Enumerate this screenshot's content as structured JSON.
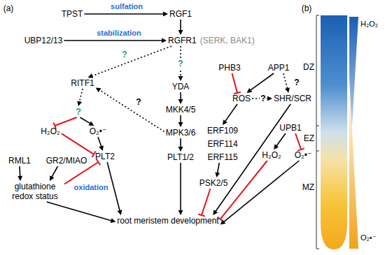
{
  "diagram": {
    "nodes": [
      {
        "text": [
          "TPST"
        ]
      },
      {
        "text": [
          "RGF1"
        ]
      },
      {
        "text": [
          "UBP12/13"
        ]
      },
      {
        "text": [
          "RGFR1",
          "(SERK, BAK1)"
        ]
      },
      {
        "text": [
          "PHB3"
        ]
      },
      {
        "text": [
          "APP1"
        ]
      },
      {
        "text": [
          "RITF1"
        ]
      },
      {
        "text": [
          "YDA"
        ]
      },
      {
        "text": [
          "ROS"
        ]
      },
      {
        "text": [
          "SHR/SCR"
        ]
      },
      {
        "text": [
          "?"
        ]
      },
      {
        "text": [
          "MKK4/5"
        ]
      },
      {
        "text": [
          "H₂O₂"
        ]
      },
      {
        "text": [
          "O₂•⁻"
        ]
      },
      {
        "text": [
          "MPK3/6"
        ]
      },
      {
        "text": [
          "ERF109"
        ]
      },
      {
        "text": [
          "ERF114"
        ]
      },
      {
        "text": [
          "ERF115"
        ]
      },
      {
        "text": [
          "UPB1"
        ]
      },
      {
        "text": [
          "H₂O₂"
        ]
      },
      {
        "text": [
          "O₂•⁻"
        ]
      },
      {
        "text": [
          "PLT2"
        ]
      },
      {
        "text": [
          "PLT1/2"
        ]
      },
      {
        "text": [
          "RML1"
        ]
      },
      {
        "text": [
          "GR2/MIAO"
        ]
      },
      {
        "text": [
          "glutathione redox status"
        ]
      },
      {
        "text": [
          "PSK2/5"
        ]
      },
      {
        "text": [
          "root meristem development"
        ]
      }
    ],
    "edges": [
      {
        "from": 0,
        "to": 1,
        "arrow": "to",
        "label": "sulfation"
      },
      {
        "from": 1,
        "to": 3,
        "arrow": "to"
      },
      {
        "from": 2,
        "to": 3,
        "arrow": "to",
        "label": "stabilization"
      },
      {
        "from": 3,
        "to": 6,
        "arrow": "to",
        "label": "?"
      },
      {
        "from": 3,
        "to": 7,
        "arrow": "to",
        "label": "?"
      },
      {
        "from": 6,
        "to": 10,
        "arrow": "to"
      },
      {
        "from": 10,
        "to": 12,
        "arrow": "to"
      },
      {
        "from": 10,
        "to": 13,
        "arrow": "to"
      },
      {
        "from": 12,
        "to": 21,
        "arrow": "to"
      },
      {
        "from": 13,
        "to": 21,
        "arrow": "to"
      },
      {
        "from": 7,
        "to": 11,
        "arrow": "to"
      },
      {
        "from": 11,
        "to": 14,
        "arrow": "to"
      },
      {
        "from": 14,
        "to": 22,
        "arrow": "to"
      },
      {
        "from": 14,
        "to": 6,
        "arrow": "to",
        "label": "?"
      },
      {
        "from": 22,
        "to": 27,
        "arrow": "to"
      },
      {
        "from": 21,
        "to": 27,
        "arrow": "to"
      },
      {
        "from": 4,
        "to": 8,
        "arrow": "to"
      },
      {
        "from": 5,
        "to": 8,
        "arrow": "to"
      },
      {
        "from": 5,
        "to": 9,
        "arrow": "to",
        "label": "?"
      },
      {
        "from": 8,
        "to": 9,
        "arrow": "to",
        "label": "?"
      },
      {
        "from": 8,
        "to": 15,
        "arrow": "to"
      },
      {
        "from": 17,
        "to": 26,
        "arrow": "to"
      },
      {
        "from": 26,
        "to": 27,
        "arrow": "to"
      },
      {
        "from": 9,
        "to": 27,
        "arrow": "to"
      },
      {
        "from": 18,
        "to": 19,
        "arrow": "to"
      },
      {
        "from": 18,
        "to": 20,
        "arrow": "to"
      },
      {
        "from": 19,
        "to": 27,
        "arrow": "to"
      },
      {
        "from": 20,
        "to": 27,
        "arrow": "to"
      },
      {
        "from": 23,
        "to": 25,
        "arrow": "to"
      },
      {
        "from": 24,
        "to": 25,
        "arrow": "to"
      },
      {
        "from": 25,
        "to": 27,
        "arrow": "to"
      },
      {
        "from": 25,
        "to": 21,
        "arrow": "to",
        "label": "oxidation"
      }
    ],
    "labels": [
      "(a)",
      "(b)",
      "DZ",
      "EZ",
      "MZ",
      "H₂O₂",
      "O₂•⁻"
    ]
  }
}
